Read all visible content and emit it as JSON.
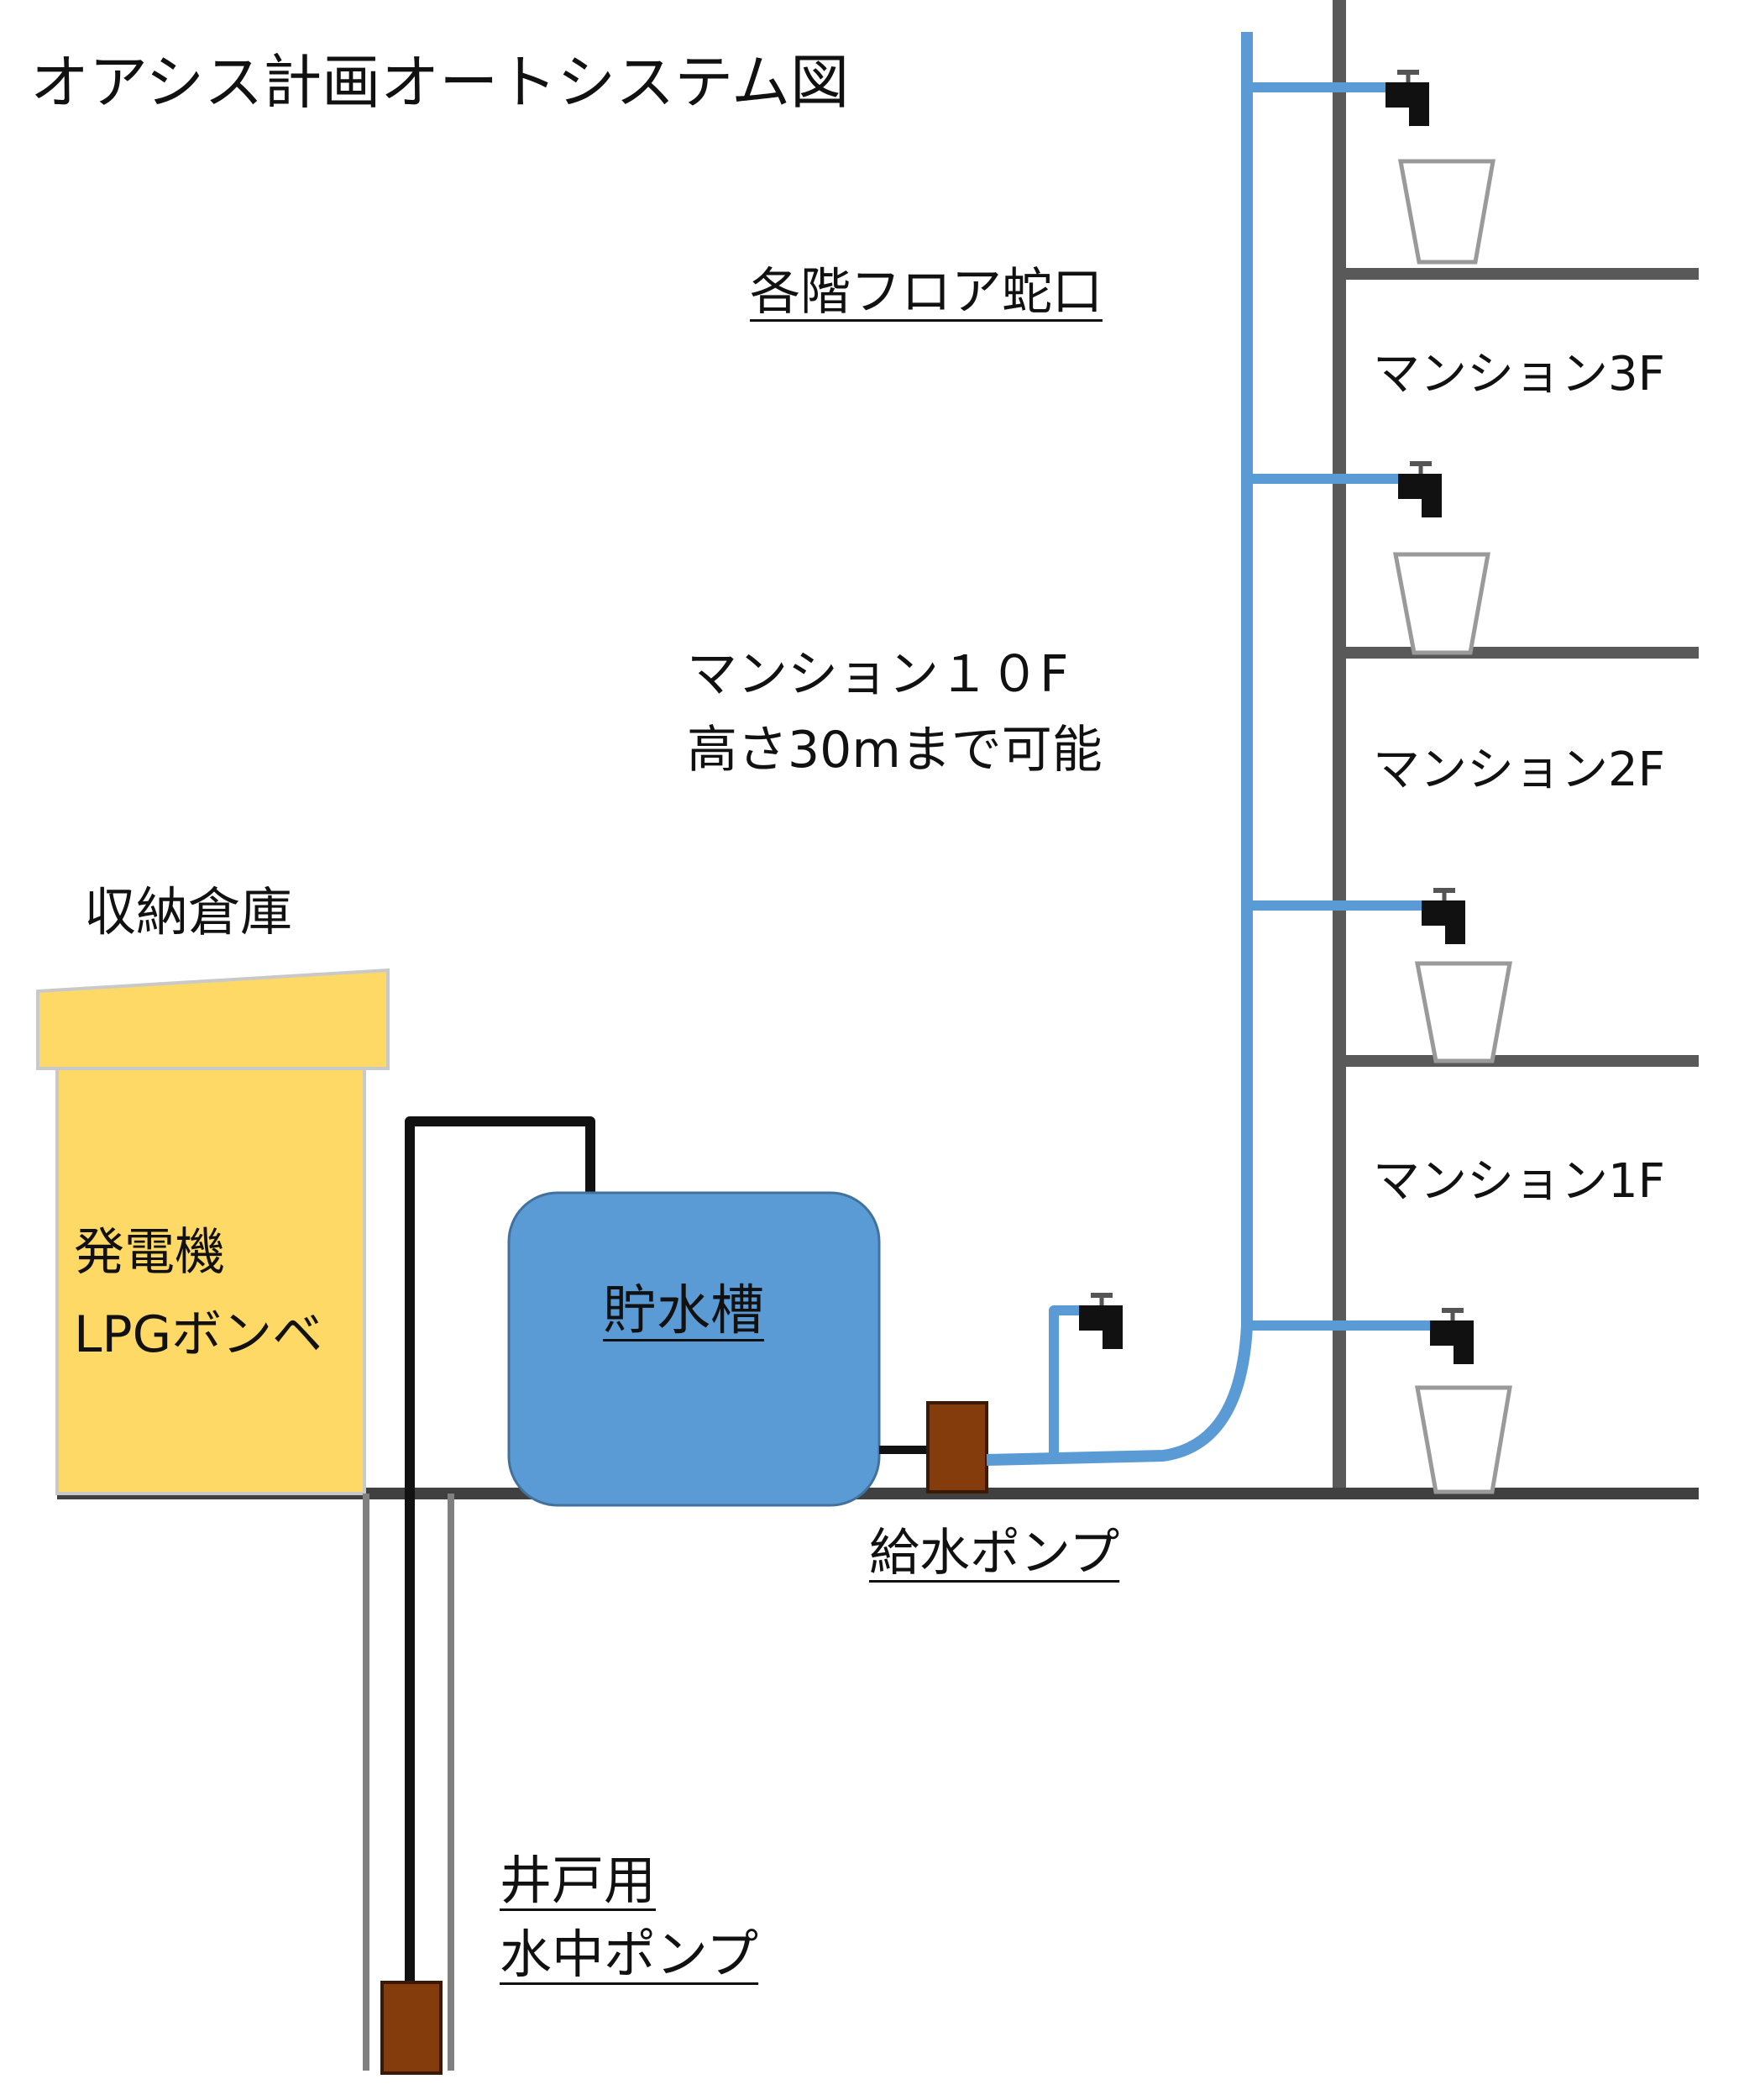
{
  "title": "オアシス計画オートシステム図",
  "labels": {
    "faucets": "各階フロア蛇口",
    "capacity_line1": "マンション１０F",
    "capacity_line2": "高さ30mまで可能",
    "storage": "収納倉庫",
    "generator_line1": "発電機",
    "generator_line2": "LPGボンベ",
    "tank": "貯水槽",
    "supply_pump": "給水ポンプ",
    "well_pump_line1": "井戸用",
    "well_pump_line2": "水中ポンプ"
  },
  "floors": [
    {
      "label": "マンション3F"
    },
    {
      "label": "マンション2F"
    },
    {
      "label": "マンション1F"
    }
  ],
  "colors": {
    "pipe": "#5b9bd5",
    "tank": "#5b9bd5",
    "storage": "#ffd966",
    "pump": "#843c0c",
    "structure": "#595959",
    "black_pipe": "#111111"
  }
}
